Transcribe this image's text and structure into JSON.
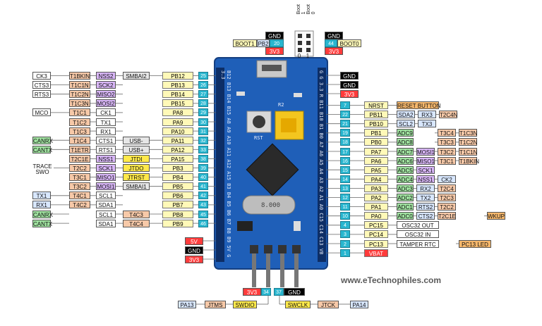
{
  "colors": {
    "nss_pink": "#ffd7f0",
    "teal": "#29b6cf",
    "yellow": "#fff9b8",
    "orange": "#f7b86c",
    "green": "#9fe29f",
    "blue": "#d8e7ff",
    "purple": "#d8b6f7",
    "board": "#1f5fb8",
    "red": "#ff3b3b"
  },
  "top": {
    "boot1_label": "Boot 1",
    "boot0_label": "Boot 0",
    "col0": "0",
    "col1": "1",
    "left_gnd": "GND",
    "left_boot": "BOOT1",
    "left_pb2": "PB2",
    "left_num": "20",
    "left_3v3": "3V3",
    "right_gnd": "GND",
    "right_num": "44",
    "right_boot": "BOOT0",
    "right_3v3": "3V3"
  },
  "left_pins": [
    {
      "num": "25",
      "pin": "PB12",
      "fn": [
        "CK3",
        "T1BKIN",
        "NSS2",
        "SMBAI2"
      ]
    },
    {
      "num": "26",
      "pin": "PB13",
      "fn": [
        "CTS3",
        "T1C1N",
        "SCK2",
        ""
      ]
    },
    {
      "num": "27",
      "pin": "PB14",
      "fn": [
        "RTS3",
        "T1C2N",
        "MISO2",
        ""
      ]
    },
    {
      "num": "28",
      "pin": "PB15",
      "fn": [
        "",
        "T1C3N",
        "MOSI2",
        ""
      ]
    },
    {
      "num": "29",
      "pin": "PA8",
      "fn": [
        "MCO",
        "T1C1",
        "CK1",
        ""
      ]
    },
    {
      "num": "30",
      "pin": "PA9",
      "fn": [
        "",
        "T1C2",
        "TX1",
        ""
      ]
    },
    {
      "num": "31",
      "pin": "PA10",
      "fn": [
        "",
        "T1C3",
        "RX1",
        ""
      ]
    },
    {
      "num": "32",
      "pin": "PA11",
      "fn": [
        "CANRX",
        "T1C4",
        "CTS1",
        "USB-"
      ]
    },
    {
      "num": "33",
      "pin": "PA12",
      "fn": [
        "CANTX",
        "T1ETR",
        "RTS1",
        "USB+"
      ]
    },
    {
      "num": "38",
      "pin": "PA15",
      "fn": [
        "",
        "T2C1E",
        "NSS1",
        "JTDI"
      ]
    },
    {
      "num": "39",
      "pin": "PB3",
      "fn": [
        "TRACE SWO",
        "T2C2",
        "SCK1",
        "JTDO"
      ]
    },
    {
      "num": "40",
      "pin": "PB4",
      "fn": [
        "",
        "T3C1",
        "MISO1",
        "JTRST"
      ]
    },
    {
      "num": "41",
      "pin": "PB5",
      "fn": [
        "",
        "T3C2",
        "MOSI1",
        "SMBAI1"
      ]
    },
    {
      "num": "42",
      "pin": "PB6",
      "fn": [
        "TX1",
        "T4C1",
        "SCL1",
        ""
      ]
    },
    {
      "num": "43",
      "pin": "PB7",
      "fn": [
        "RX1",
        "T4C2",
        "SDA1",
        ""
      ]
    },
    {
      "num": "45",
      "pin": "PB8",
      "fn": [
        "CANRX",
        "",
        "SCL1",
        "T4C3"
      ]
    },
    {
      "num": "46",
      "pin": "PB9",
      "fn": [
        "CANTX",
        "",
        "SDA1",
        "T4C4"
      ]
    }
  ],
  "left_power": [
    "5V",
    "GND",
    "3V3"
  ],
  "right_top": [
    "GND",
    "GND",
    "3V3"
  ],
  "right_pins": [
    {
      "num": "7",
      "pin": "NRST",
      "fn": [
        "RESET BUTTON"
      ]
    },
    {
      "num": "22",
      "pin": "PB11",
      "fn": [
        "SDA2",
        "RX3",
        "T2C4N"
      ]
    },
    {
      "num": "21",
      "pin": "PB10",
      "fn": [
        "SCL2",
        "TX3",
        ""
      ]
    },
    {
      "num": "19",
      "pin": "PB1",
      "fn": [
        "ADC9",
        "",
        "T3C4",
        "T1C3N"
      ]
    },
    {
      "num": "18",
      "pin": "PB0",
      "fn": [
        "ADC8",
        "",
        "T3C3",
        "T1C2N"
      ]
    },
    {
      "num": "17",
      "pin": "PA7",
      "fn": [
        "ADC7",
        "MOSI1",
        "T3C2",
        "T1C1N"
      ]
    },
    {
      "num": "16",
      "pin": "PA6",
      "fn": [
        "ADC6",
        "MISO1",
        "T3C1",
        "T1BKIN"
      ]
    },
    {
      "num": "15",
      "pin": "PA5",
      "fn": [
        "ADC5",
        "SCK1",
        "",
        ""
      ]
    },
    {
      "num": "14",
      "pin": "PA4",
      "fn": [
        "ADC4",
        "NSS1",
        "CK2",
        ""
      ]
    },
    {
      "num": "13",
      "pin": "PA3",
      "fn": [
        "ADC3",
        "RX2",
        "T2C4",
        ""
      ]
    },
    {
      "num": "12",
      "pin": "PA2",
      "fn": [
        "ADC2",
        "TX2",
        "T2C3",
        ""
      ]
    },
    {
      "num": "11",
      "pin": "PA1",
      "fn": [
        "ADC1",
        "RTS2",
        "T2C2",
        ""
      ]
    },
    {
      "num": "10",
      "pin": "PA0",
      "fn": [
        "ADC0",
        "CTS2",
        "T2C1E",
        "WKUP"
      ]
    },
    {
      "num": "4",
      "pin": "PC15",
      "fn": [
        "OSC32 OUT"
      ]
    },
    {
      "num": "3",
      "pin": "PC14",
      "fn": [
        "OSC32 IN"
      ]
    },
    {
      "num": "2",
      "pin": "PC13",
      "fn": [
        "TAMPER RTC",
        "PC13 LED"
      ]
    },
    {
      "num": "1",
      "pin": "VBAT",
      "fn": []
    }
  ],
  "bottom": {
    "v3": "3V3",
    "n34": "34",
    "n37": "37",
    "gnd": "GND",
    "pa13": "PA13",
    "jtms": "JTMS",
    "swdio": "SWDIO",
    "swclk": "SWCLK",
    "jtck": "JTCK",
    "pa14": "PA14"
  },
  "board": {
    "left_edge_text": "B12 B13 B14 B15 A8 A9 A10 A11 A12 A15 B3 B4 B5 B6 B7 B8 B9 5V G 3.3",
    "right_edge_text": "G G 3.3 R B11 B10 B1 B0 A7 A6 A5 A4 A3 A2 A1 A0 C15 C14 C13 VB",
    "rst": "RST",
    "r2": "R2",
    "crystal": "8.000",
    "pa13_text": "PA13"
  },
  "watermark": "www.eTechnophiles.com"
}
